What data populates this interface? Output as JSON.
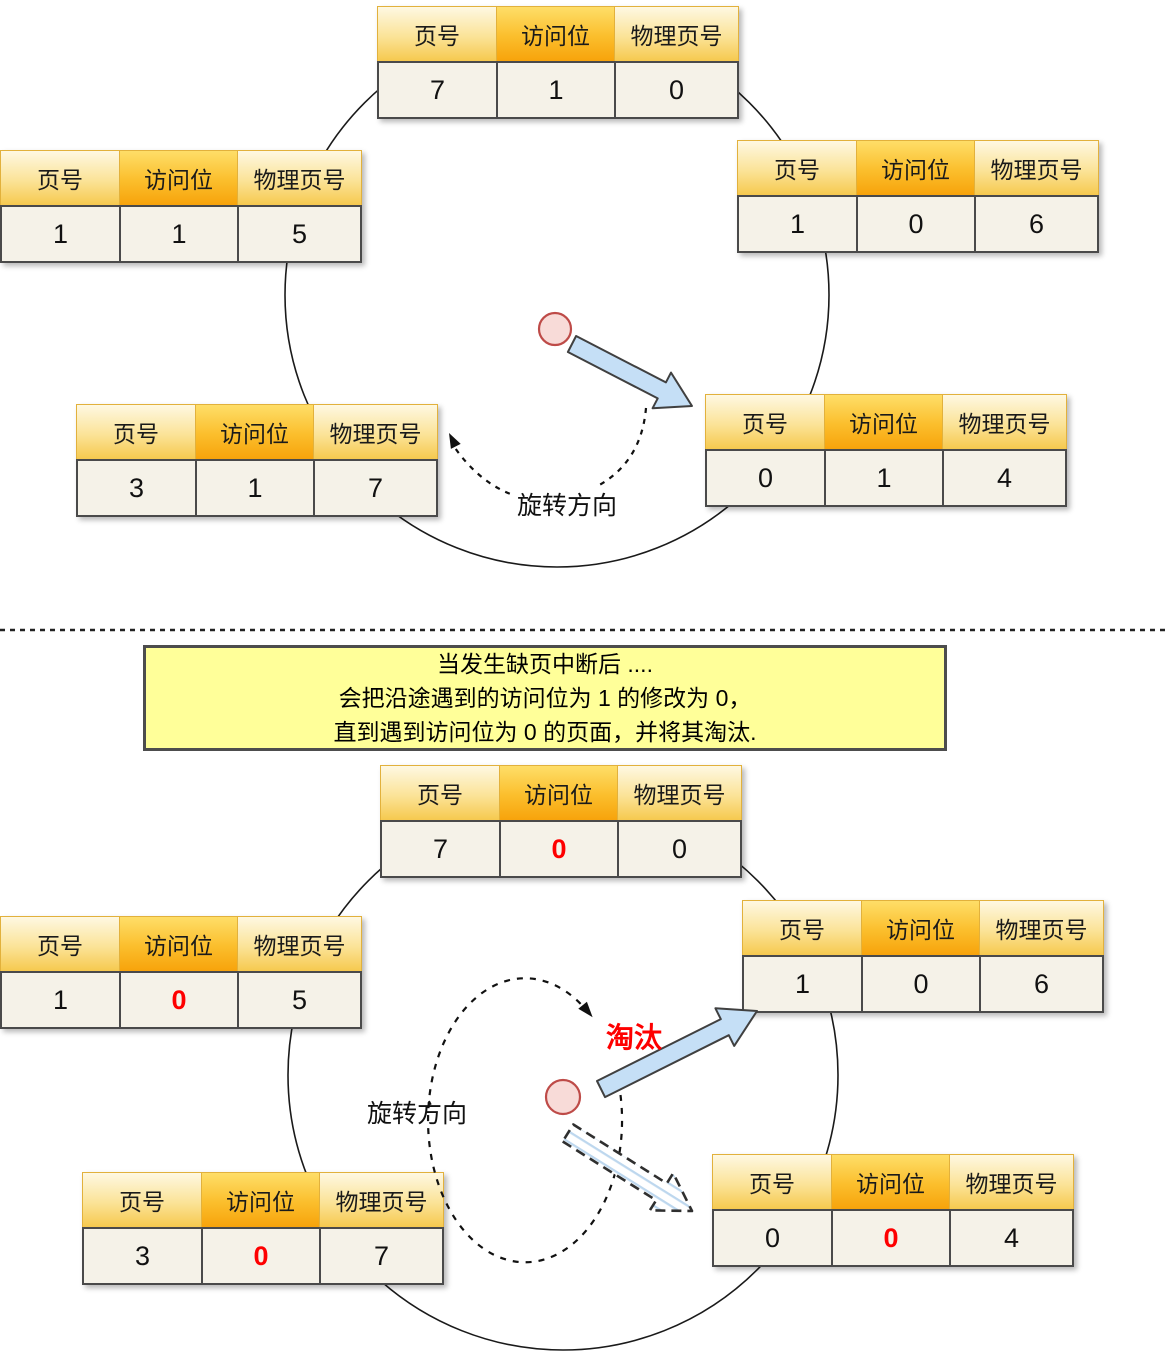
{
  "headers": [
    "页号",
    "访问位",
    "物理页号"
  ],
  "tables": [
    {
      "section": "before-fault",
      "position": "top",
      "values": [
        "7",
        "1",
        "0"
      ],
      "red": [
        false,
        false,
        false
      ]
    },
    {
      "section": "before-fault",
      "position": "upper-left",
      "values": [
        "1",
        "1",
        "5"
      ],
      "red": [
        false,
        false,
        false
      ]
    },
    {
      "section": "before-fault",
      "position": "upper-right",
      "values": [
        "1",
        "0",
        "6"
      ],
      "red": [
        false,
        false,
        false
      ]
    },
    {
      "section": "before-fault",
      "position": "lower-left",
      "values": [
        "3",
        "1",
        "7"
      ],
      "red": [
        false,
        false,
        false
      ]
    },
    {
      "section": "before-fault",
      "position": "lower-right",
      "values": [
        "0",
        "1",
        "4"
      ],
      "red": [
        false,
        false,
        false
      ]
    },
    {
      "section": "after-fault",
      "position": "top",
      "values": [
        "7",
        "0",
        "0"
      ],
      "red": [
        false,
        true,
        false
      ]
    },
    {
      "section": "after-fault",
      "position": "upper-left",
      "values": [
        "1",
        "0",
        "5"
      ],
      "red": [
        false,
        true,
        false
      ]
    },
    {
      "section": "after-fault",
      "position": "upper-right",
      "values": [
        "1",
        "0",
        "6"
      ],
      "red": [
        false,
        false,
        false
      ]
    },
    {
      "section": "after-fault",
      "position": "lower-left",
      "values": [
        "3",
        "0",
        "7"
      ],
      "red": [
        false,
        true,
        false
      ]
    },
    {
      "section": "after-fault",
      "position": "lower-right",
      "values": [
        "0",
        "0",
        "4"
      ],
      "red": [
        false,
        true,
        false
      ]
    }
  ],
  "labels": {
    "rotation_top": "旋转方向",
    "rotation_bottom": "旋转方向",
    "evict": "淘汰"
  },
  "note_box": {
    "lines": [
      "当发生缺页中断后 ....",
      "会把沿途遇到的访问位为 1 的修改为 0，",
      "直到遇到访问位为 0 的页面，并将其淘汰."
    ]
  },
  "colors": {
    "header_gradient_top": "#FEF8E2",
    "header_gradient_bottom": "#F6C94E",
    "accent_gradient_top": "#FEDE68",
    "accent_gradient_bottom": "#F7A30B",
    "cell_background": "#F5F2E8",
    "cell_border": "#4A4A4A",
    "highlight_red": "#FE0000",
    "arrow_blue": "#C5DFF6",
    "note_yellow": "#FFFF99",
    "hand_dot_fill": "#F8DBD8",
    "hand_dot_stroke": "#BE4B48"
  }
}
